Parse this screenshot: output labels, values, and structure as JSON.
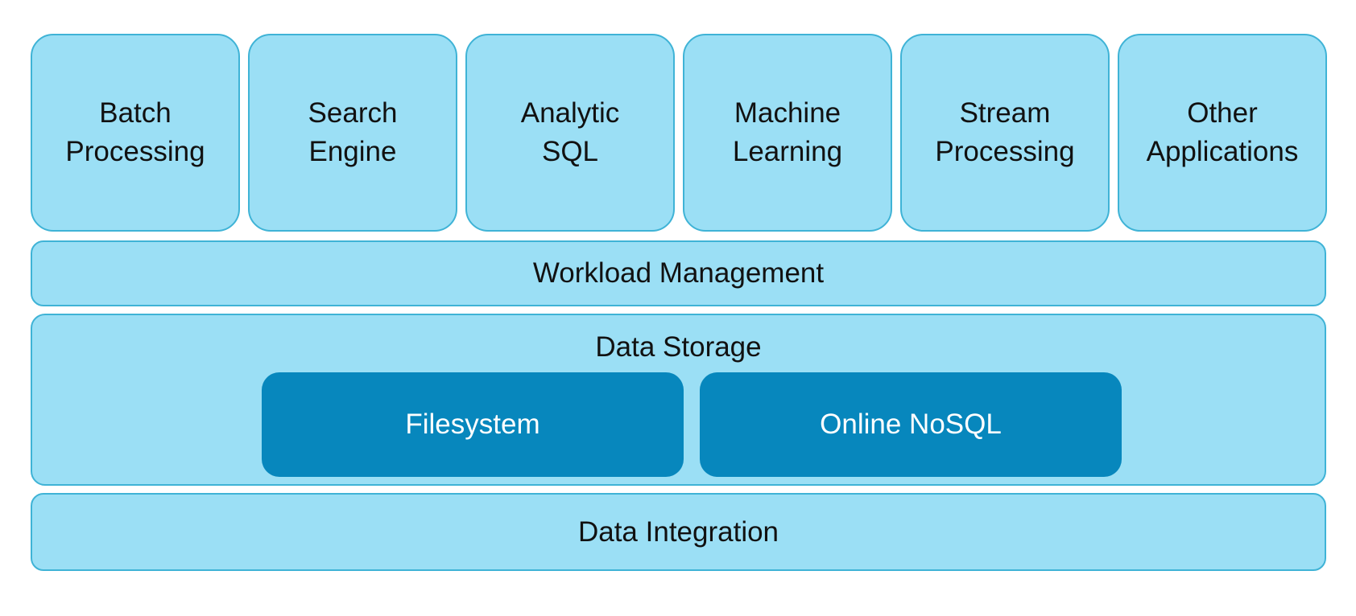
{
  "diagram": {
    "applications": [
      {
        "label": "Batch\nProcessing"
      },
      {
        "label": "Search\nEngine"
      },
      {
        "label": "Analytic\nSQL"
      },
      {
        "label": "Machine\nLearning"
      },
      {
        "label": "Stream\nProcessing"
      },
      {
        "label": "Other\nApplications"
      }
    ],
    "workload_management": "Workload Management",
    "data_storage": {
      "title": "Data Storage",
      "stores": [
        {
          "label": "Filesystem"
        },
        {
          "label": "Online NoSQL"
        }
      ]
    },
    "data_integration": "Data Integration"
  },
  "colors": {
    "light_box_fill": "#9bdff5",
    "light_box_border": "#3fb3d6",
    "dark_box_fill": "#0787bd",
    "text": "#111111",
    "text_on_dark": "#ffffff"
  }
}
